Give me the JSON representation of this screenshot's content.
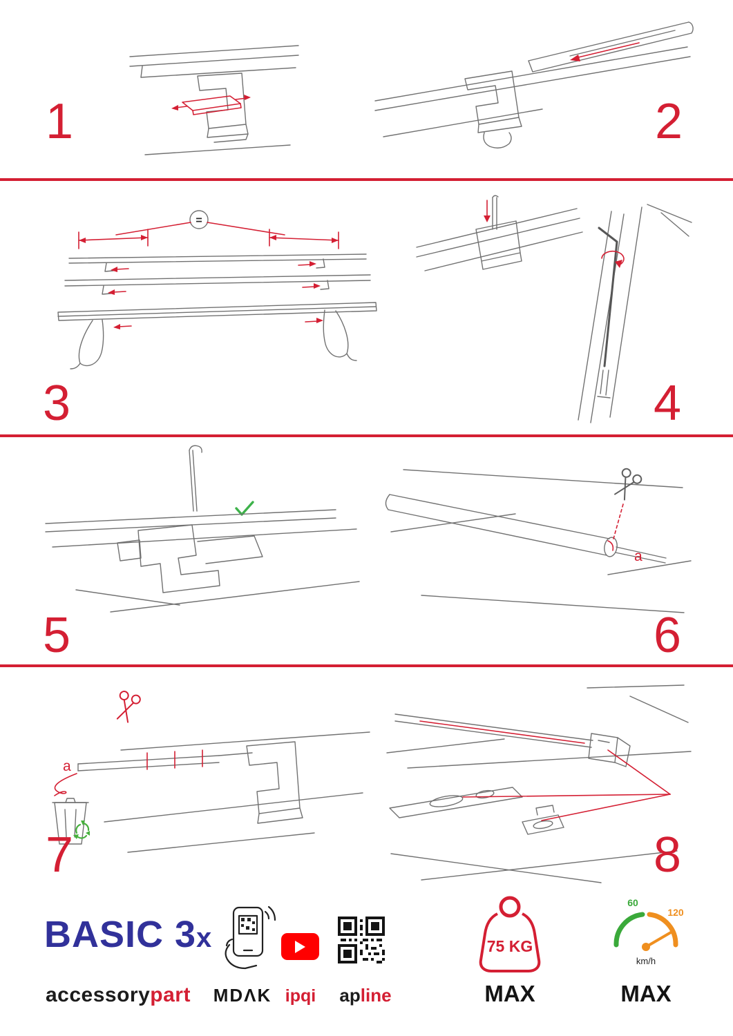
{
  "colors": {
    "accent_red": "#d41f33",
    "brand_blue": "#31319a",
    "check_green": "#3db24a",
    "recycle_green": "#46b03c",
    "gauge_green": "#3aa93a",
    "gauge_orange": "#ef8f1f",
    "youtube_red": "#ff0000"
  },
  "steps": [
    "1",
    "2",
    "3",
    "4",
    "5",
    "6",
    "7",
    "8"
  ],
  "annotations": {
    "equal": "=",
    "check": "✓",
    "label_a_step6": "a",
    "label_a_step7": "a"
  },
  "footer": {
    "product_main": "BASIC 3",
    "product_suffix": "x",
    "brand_black": "accessory",
    "brand_red": "part",
    "mdak": "MDΛK",
    "ipqi": "ipqi",
    "apline_black": "ap",
    "apline_red": "line",
    "weight_value": "75 KG",
    "weight_max": "MAX",
    "speed_low": "60",
    "speed_high": "120",
    "speed_unit": "km/h",
    "speed_max": "MAX"
  }
}
